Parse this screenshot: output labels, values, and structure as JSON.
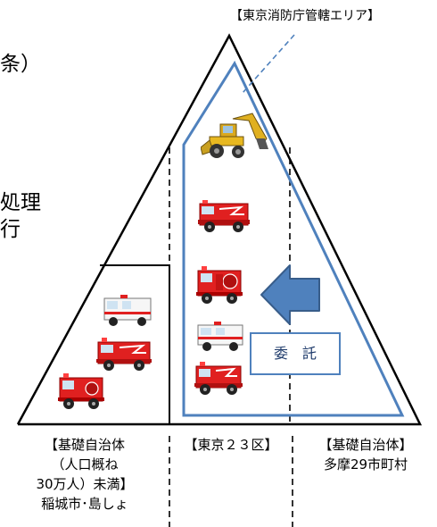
{
  "cutoff_text": {
    "line1": "条）",
    "line2": "処理",
    "line3": "行"
  },
  "annotation": {
    "tokyo_fd_area": "【東京消防庁管轄エリア】"
  },
  "consignment": {
    "label": "委　託"
  },
  "areas": {
    "left": {
      "line1": "【基礎自治体",
      "line2": "（人口概ね",
      "line3": "30万人）未満】",
      "line4": "稲城市･島しょ"
    },
    "center": {
      "line1": "【東京２３区】"
    },
    "right": {
      "line1": "【基礎自治体】",
      "line2": "多摩29市町村"
    }
  },
  "colors": {
    "outline": "#000000",
    "blue_frame": "#4f81bd",
    "arrow_fill": "#4f81bd",
    "arrow_stroke": "#385d8a",
    "fire_truck_red": "#e02020",
    "ambulance_white": "#f6f6f6"
  },
  "icons": [
    "excavator-icon",
    "fire-truck-icon",
    "ambulance-icon",
    "left-arrow-icon"
  ]
}
